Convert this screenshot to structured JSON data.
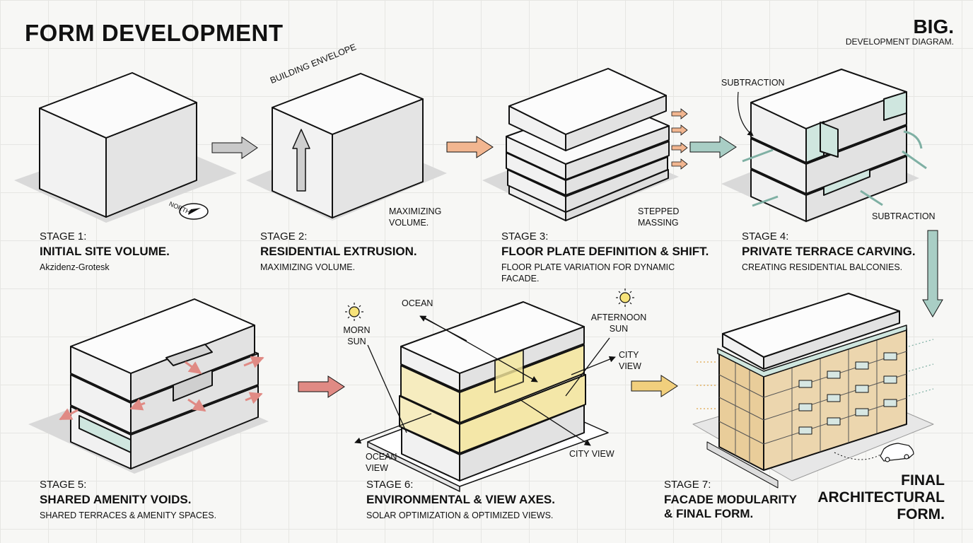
{
  "header": {
    "title": "FORM DEVELOPMENT",
    "brand": "BIG.",
    "brand_subtitle": "DEVELOPMENT DIAGRAM."
  },
  "stages": [
    {
      "number": "STAGE 1:",
      "name": "INITIAL SITE VOLUME.",
      "desc": "Akzidenz-Grotesk"
    },
    {
      "number": "STAGE 2:",
      "name": "RESIDENTIAL EXTRUSION.",
      "desc": "MAXIMIZING VOLUME."
    },
    {
      "number": "STAGE 3:",
      "name": "FLOOR PLATE DEFINITION & SHIFT.",
      "desc": "FLOOR PLATE VARIATION FOR DYNAMIC FACADE."
    },
    {
      "number": "STAGE 4:",
      "name": "PRIVATE TERRACE CARVING.",
      "desc": "CREATING RESIDENTIAL BALCONIES."
    },
    {
      "number": "STAGE 5:",
      "name": "SHARED AMENITY VOIDS.",
      "desc": "SHARED TERRACES & AMENITY SPACES."
    },
    {
      "number": "STAGE 6:",
      "name": "ENVIRONMENTAL & VIEW AXES.",
      "desc": "SOLAR OPTIMIZATION & OPTIMIZED VIEWS."
    },
    {
      "number": "STAGE 7:",
      "name": "FACADE MODULARITY & FINAL FORM.",
      "desc": ""
    }
  ],
  "annotations": {
    "north": "NORTH",
    "building_envelope": "BUILDING ENVELOPE",
    "maximizing_volume": "MAXIMIZING VOLUME.",
    "stepped_massing": "STEPPED MASSING",
    "subtraction_top": "SUBTRACTION",
    "subtraction_bottom": "SUBTRACTION",
    "ocean": "OCEAN",
    "morn_sun": "MORN SUN",
    "afternoon_sun": "AFTERNOON SUN",
    "city_view_top": "CITY VIEW",
    "city_view_bottom": "CITY VIEW",
    "ocean_view": "OCEAN VIEW"
  },
  "final_label": "FINAL ARCHITECTURAL FORM.",
  "colors": {
    "arrow_gray": "#c9c9c9",
    "arrow_orange": "#f2b690",
    "arrow_teal": "#a9cec5",
    "arrow_red": "#e08a84",
    "arrow_yellow": "#f1cf7d",
    "terrace_teal": "#cfe6df",
    "sun_yellow": "#f7ea9e",
    "facade_wood": "#e9cd9a"
  }
}
